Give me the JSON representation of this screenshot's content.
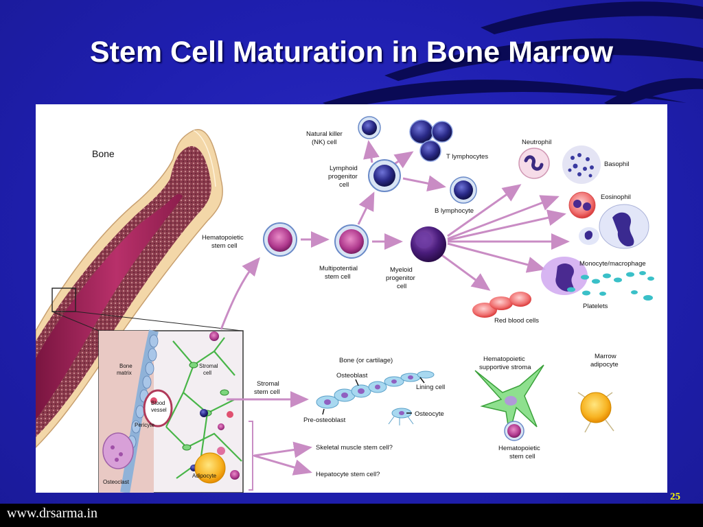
{
  "slide": {
    "title": "Stem Cell Maturation in Bone Marrow",
    "footer_url": "www.drsarma.in",
    "slide_number": "25"
  },
  "diagram": {
    "bone_label": "Bone",
    "top": {
      "nk_cell": [
        "Natural killer",
        "(NK) cell"
      ],
      "t_lymphocytes": "T lymphocytes",
      "lymphoid_progenitor": [
        "Lymphoid",
        "progenitor",
        "cell"
      ],
      "b_lymphocyte": "B lymphocyte",
      "hematopoietic_stem_cell": [
        "Hematopoietic",
        "stem cell"
      ],
      "multipotential_stem_cell": [
        "Multipotential",
        "stem cell"
      ],
      "myeloid_progenitor": [
        "Myeloid",
        "progenitor",
        "cell"
      ],
      "neutrophil": "Neutrophil",
      "basophil": "Basophil",
      "eosinophil": "Eosinophil",
      "monocyte_macrophage": "Monocyte/macrophage",
      "platelets": "Platelets",
      "red_blood_cells": "Red blood cells"
    },
    "inset": {
      "bone_matrix": [
        "Bone",
        "matrix"
      ],
      "stromal_cell": [
        "Stromal",
        "cell"
      ],
      "blood_vessel": [
        "Blood",
        "vessel"
      ],
      "pericyte": "Pericyte",
      "osteoclast": "Osteoclast",
      "adipocyte": "Adipocyte"
    },
    "bottom": {
      "stromal_stem_cell": [
        "Stromal",
        "stem cell"
      ],
      "bone_or_cartilage": "Bone (or cartilage)",
      "osteoblast": "Osteoblast",
      "lining_cell": "Lining cell",
      "pre_osteoblast": "Pre-osteoblast",
      "osteocyte": "Osteocyte",
      "hematopoietic_supportive_stroma": [
        "Hematopoietic",
        "supportive stroma"
      ],
      "marrow_adipocyte": [
        "Marrow",
        "adipocyte"
      ],
      "hematopoietic_stem_cell": [
        "Hematopoietic",
        "stem cell"
      ],
      "skeletal_muscle_stem_cell": "Skeletal muscle stem cell?",
      "hepatocyte_stem_cell": "Hepatocyte stem cell?"
    }
  }
}
